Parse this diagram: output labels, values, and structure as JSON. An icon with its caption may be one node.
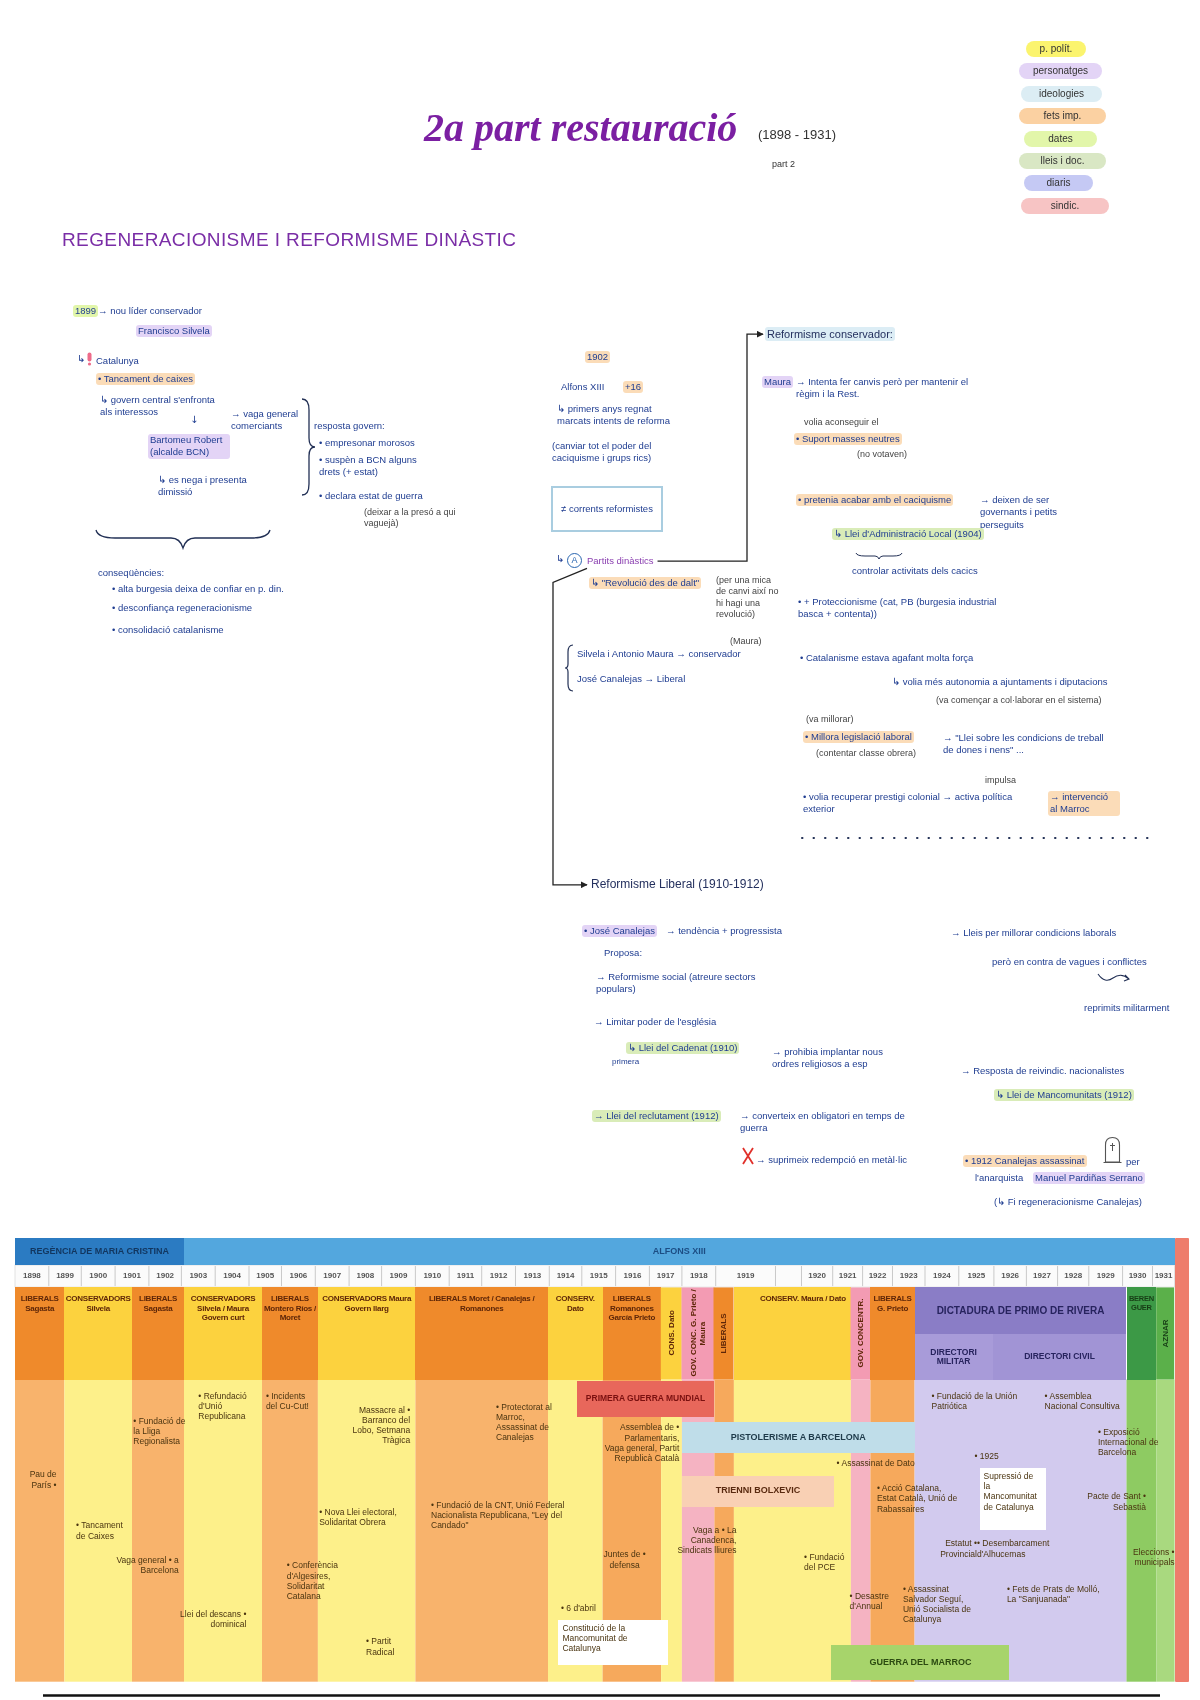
{
  "diagram": {
    "title": "2a part restauració",
    "nodes": [
      {
        "text": [
          "≠ corrents reformistes"
        ]
      },
      {
        "text": [
          "A"
        ]
      },
      {
        "text": [
          "Partits dinàstics"
        ]
      },
      {
        "text": [
          "Reformisme conservador:"
        ]
      },
      {
        "text": [
          "Reformisme Liberal (1910-1912)"
        ]
      },
      {
        "text": [
          "REGÈNCIA DE MARIA CRISTINA"
        ]
      },
      {
        "text": [
          "ALFONS XIII"
        ]
      },
      {
        "text": [],
        "shape": "bar"
      },
      {
        "text": [
          "LIBERALS Sagasta"
        ]
      },
      {
        "text": [
          "CONSERVADORS Silvela"
        ]
      },
      {
        "text": [
          "LIBERALS Sagasta"
        ]
      },
      {
        "text": [
          "CONSERVADORS Silvela / Maura Govern curt"
        ]
      },
      {
        "text": [
          "LIBERALS Montero Ríos / Moret"
        ]
      },
      {
        "text": [
          "CONSERVADORS Maura Govern llarg"
        ]
      },
      {
        "text": [
          "LIBERALS Moret / Canalejas / Romanones"
        ]
      },
      {
        "text": [
          "CONSERV. Dato"
        ]
      },
      {
        "text": [
          "LIBERALS Romanones García Prieto"
        ]
      },
      {
        "text": [
          "CONS. Dato"
        ]
      },
      {
        "text": [
          "GOV. CONC. G. Prieto / Maura"
        ]
      },
      {
        "text": [
          "LIBERALS"
        ]
      },
      {
        "text": [
          "CONSERV. Maura / Dato"
        ]
      },
      {
        "text": [
          "GOV. CONCENTR."
        ]
      },
      {
        "text": [
          "LIBERALS G. Prieto"
        ]
      },
      {
        "text": [
          "DICTADURA DE PRIMO DE RIVERA"
        ]
      },
      {
        "text": [
          "DIRECTORI MILITAR"
        ]
      },
      {
        "text": [
          "DIRECTORI CIVIL"
        ]
      },
      {
        "text": [
          "BERENGUER"
        ]
      },
      {
        "text": [
          "AZNAR"
        ]
      },
      {
        "text": [
          "PRIMERA GUERRA MUNDIAL"
        ]
      },
      {
        "text": [
          "PISTOLERISME A BARCELONA"
        ]
      },
      {
        "text": [
          "TRIENNI BOLXEVIC"
        ]
      },
      {
        "text": [
          "Constitució de la Mancomunitat de Catalunya"
        ],
        "beside": [
          "• 6 d'abril"
        ]
      },
      {
        "text": [
          "Supressió de la Mancomunitat de Catalunya"
        ],
        "beside": [
          "• 1925"
        ]
      },
      {
        "text": [
          "GUERRA DEL MARROC"
        ]
      }
    ],
    "edges": [
      {
        "from": 2,
        "to": 3,
        "arrow": "to"
      },
      {
        "from": 2,
        "to": 4,
        "arrow": "to"
      }
    ],
    "labels": [
      "(1898 - 1931)",
      "part 2",
      "REGENERACIONISME I REFORMISME DINÀSTIC",
      "1899",
      "→ nou líder conservador",
      "Francisco Silvela",
      "↳",
      "Catalunya",
      "• Tancament de caixes",
      "↳ govern central s'enfronta als interessos",
      "→ vaga general comerciants",
      "↓",
      "Bartomeu Robert (alcalde BCN)",
      "↳ es nega i presenta dimissió",
      "resposta govern:",
      "• empresonar morosos",
      "• suspèn a BCN alguns drets (+ estat)",
      "• declara estat de guerra",
      "(deixar a la presó a qui vaguejà)",
      "conseqüències:",
      "• alta burgesia deixa de confiar en p. din.",
      "• desconfiança regeneracionisme",
      "• consolidació catalanisme",
      "1902",
      "Alfons XIII",
      "+16",
      "↳ primers anys regnat marcats intents de reforma",
      "(canviar tot el poder del caciquisme i grups rics)",
      "↳",
      "↳ \"Revolució des de dalt\"",
      "(per una mica de canvi així no hi hagi una revolució)",
      "(Maura)",
      "Silvela i Antonio Maura → conservador",
      "José Canalejas → Liberal",
      "Maura",
      "→ Intenta fer canvis però per mantenir el règim i la Rest.",
      "volia aconseguir el",
      "• Suport masses neutres",
      "(no votaven)",
      "• pretenia acabar amb el caciquisme",
      "→ deixen de ser governants i petits perseguits",
      "↳ Llei d'Administració Local (1904)",
      "controlar activitats dels cacics",
      "• + Proteccionisme (cat, PB (burgesia industrial basca + contenta))",
      "• Catalanisme estava agafant molta força",
      "↳ volia més autonomia a ajuntaments i diputacions",
      "(va començar a col·laborar en el sistema)",
      "(va millorar)",
      "• Millora legislació laboral",
      "(contentar classe obrera)",
      "→ \"Llei sobre les condicions de treball de dones i nens\" ...",
      "impulsa",
      "• volia recuperar prestigi colonial → activa política exterior",
      "→ intervenció al Marroc",
      "• José Canalejas",
      "→ tendència + progressista",
      "Proposa:",
      "→ Reformisme social (atreure sectors populars)",
      "→ Limitar poder de l'església",
      "↳ Llei del Cadenat (1910)",
      "primera",
      "→ prohibia implantar nous ordres religiosos a esp",
      "→ Llei del reclutament (1912)",
      "→ converteix en obligatori en temps de guerra",
      "→ suprimeix redempció en metàl·lic",
      "→ Lleis per millorar condicions laborals",
      "però en contra de vagues i conflictes",
      "reprimits militarment",
      "→ Resposta de reivindic. nacionalistes",
      "↳ Llei de Mancomunitats (1912)",
      "• 1912 Canalejas assassinat",
      "per",
      "l'anarquista",
      "Manuel Pardiñas Serrano",
      "(↳ Fi regeneracionisme Canalejas)",
      "1898",
      "1899",
      "1900",
      "1901",
      "1902",
      "1903",
      "1904",
      "1905",
      "1906",
      "1907",
      "1908",
      "1909",
      "1910",
      "1911",
      "1912",
      "1913",
      "1914",
      "1915",
      "1916",
      "1917",
      "1918",
      "1919",
      "1920",
      "1921",
      "1922",
      "1923",
      "1924",
      "1925",
      "1926",
      "1927",
      "1928",
      "1929",
      "1930",
      "1931",
      "Pau de París •",
      "• Tancament de Caixes",
      "Vaga general • a Barcelona",
      "• Fundació de la Lliga Regionalista",
      "Llei del descans • dominical",
      "• Refundació d'Unió Republicana",
      "• Incidents del Cu-Cut!",
      "• Conferència d'Algesires, Solidaritat Catalana",
      "• Nova Llei electoral, Solidaritat Obrera",
      "Massacre al • Barranco del Lobo, Setmana Tràgica",
      "• Partit Radical",
      "• Fundació de la CNT, Unió Federal Nacionalista Republicana, \"Ley del Candado\"",
      "• Protectorat al Marroc, Assassinat de Canalejas",
      "Assemblea de • Parlamentaris, Vaga general, Partit Republicà Català",
      "Juntes de • defensa",
      "Vaga a • La Canadenca, Sindicats lliures",
      "• Fundació del PCE",
      "• Assassinat de Dato",
      "• Desastre d'Annual",
      "• Acció Catalana, Estat Català, Unió de Rabassaires",
      "• Assassinat Salvador Seguí, Unió Socialista de Catalunya",
      "Estatut • Provincial",
      "• Fundació de la Unión Patriótica",
      "• Desembarcament d'Alhucemas",
      "• Fets de Prats de Molló, La \"Sanjuanada\"",
      "• Assemblea Nacional Consultiva",
      "Pacte de Sant • Sebastià",
      "• Exposició Internacional de Barcelona",
      "Eleccions • municipals"
    ],
    "legend": [
      {
        "text": "p. polít.",
        "color": "#fbf46e"
      },
      {
        "text": "personatges",
        "color": "#e3d4f6"
      },
      {
        "text": "ideologies",
        "color": "#dcedf4"
      },
      {
        "text": "fets imp.",
        "color": "#fbd1a2"
      },
      {
        "text": "dates",
        "color": "#e2f6aa"
      },
      {
        "text": "lleis i doc.",
        "color": "#d9e7c4"
      },
      {
        "text": "diaris",
        "color": "#c5c9f4"
      },
      {
        "text": "sindic.",
        "color": "#f7c4c4"
      }
    ]
  }
}
